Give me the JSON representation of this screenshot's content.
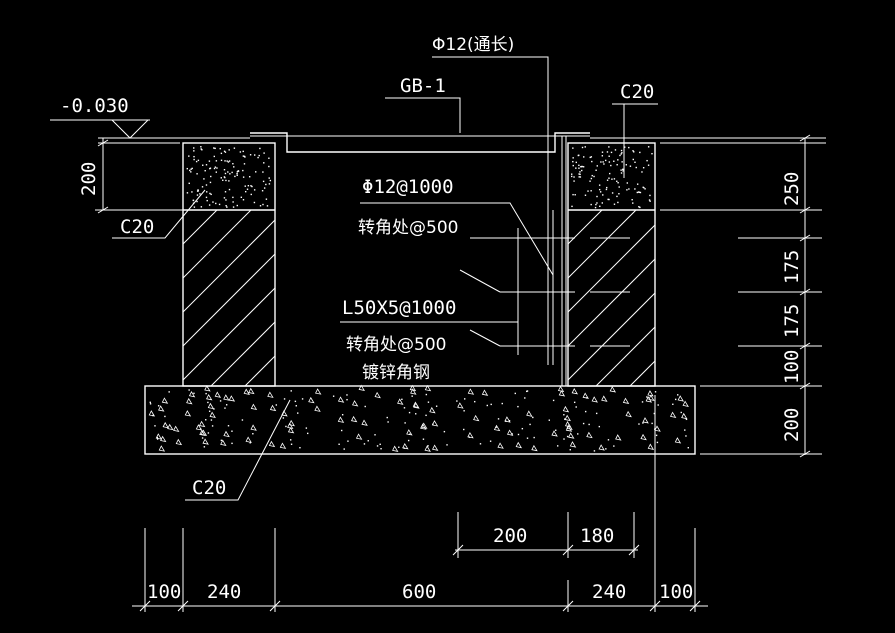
{
  "colors": {
    "background": "#000000",
    "lines": "#ffffff"
  },
  "labels": {
    "rebar_top": "Φ12(通长)",
    "cover_plate": "GB-1",
    "elevation": "-0.030",
    "concrete_right_top": "C20",
    "concrete_left_top": "C20",
    "concrete_base": "C20",
    "rebar_spacing": "Φ12@1000",
    "rebar_corner": "转角处@500",
    "angle_steel": "L50X5@1000",
    "angle_corner": "转角处@500",
    "angle_note": "镀锌角钢"
  },
  "dimensions": {
    "left_height": "200",
    "right": [
      "250",
      "175",
      "175",
      "100",
      "200"
    ],
    "bottom_inner": [
      "200",
      "180"
    ],
    "bottom": [
      "100",
      "240",
      "600",
      "240",
      "100"
    ]
  }
}
